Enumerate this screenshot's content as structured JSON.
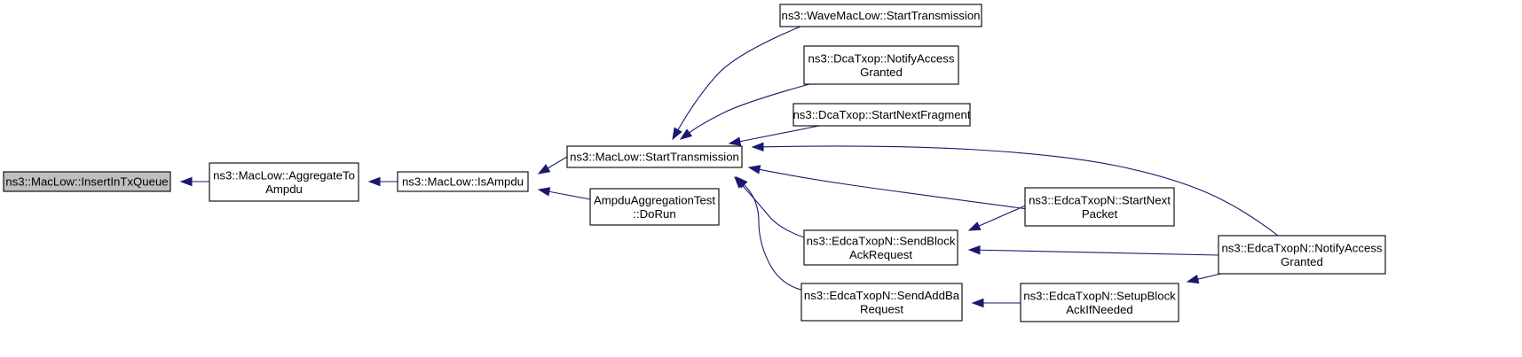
{
  "colors": {
    "node_fill": "#ffffff",
    "root_fill": "#bfbfbf",
    "node_border": "#000000",
    "edge": "#191970"
  },
  "nodes": {
    "insert_in_tx_queue": {
      "lines": [
        "ns3::MacLow::InsertInTxQueue"
      ],
      "root": true
    },
    "aggregate_to_ampdu": {
      "lines": [
        "ns3::MacLow::AggregateTo",
        "Ampdu"
      ]
    },
    "is_ampdu": {
      "lines": [
        "ns3::MacLow::IsAmpdu"
      ]
    },
    "start_transmission": {
      "lines": [
        "ns3::MacLow::StartTransmission"
      ]
    },
    "ampdu_test_dorun": {
      "lines": [
        "AmpduAggregationTest",
        "::DoRun"
      ]
    },
    "wave_start_transmission": {
      "lines": [
        "ns3::WaveMacLow::StartTransmission"
      ]
    },
    "dca_notify_access": {
      "lines": [
        "ns3::DcaTxop::NotifyAccess",
        "Granted"
      ]
    },
    "dca_start_next_fragment": {
      "lines": [
        "ns3::DcaTxop::StartNextFragment"
      ]
    },
    "edca_send_block_ack": {
      "lines": [
        "ns3::EdcaTxopN::SendBlock",
        "AckRequest"
      ]
    },
    "edca_send_addba": {
      "lines": [
        "ns3::EdcaTxopN::SendAddBa",
        "Request"
      ]
    },
    "edca_start_next_packet": {
      "lines": [
        "ns3::EdcaTxopN::StartNext",
        "Packet"
      ]
    },
    "edca_setup_block_ack": {
      "lines": [
        "ns3::EdcaTxopN::SetupBlock",
        "AckIfNeeded"
      ]
    },
    "edca_notify_access": {
      "lines": [
        "ns3::EdcaTxopN::NotifyAccess",
        "Granted"
      ]
    }
  },
  "edges": [
    {
      "from": "aggregate_to_ampdu",
      "to": "insert_in_tx_queue"
    },
    {
      "from": "is_ampdu",
      "to": "aggregate_to_ampdu"
    },
    {
      "from": "start_transmission",
      "to": "is_ampdu"
    },
    {
      "from": "ampdu_test_dorun",
      "to": "is_ampdu"
    },
    {
      "from": "wave_start_transmission",
      "to": "start_transmission"
    },
    {
      "from": "dca_notify_access",
      "to": "start_transmission"
    },
    {
      "from": "dca_start_next_fragment",
      "to": "start_transmission"
    },
    {
      "from": "edca_notify_access",
      "to": "start_transmission"
    },
    {
      "from": "edca_start_next_packet",
      "to": "start_transmission"
    },
    {
      "from": "edca_send_block_ack",
      "to": "start_transmission"
    },
    {
      "from": "edca_send_addba",
      "to": "start_transmission"
    },
    {
      "from": "edca_start_next_packet",
      "to": "edca_send_block_ack"
    },
    {
      "from": "edca_notify_access",
      "to": "edca_send_block_ack"
    },
    {
      "from": "edca_setup_block_ack",
      "to": "edca_send_addba"
    },
    {
      "from": "edca_notify_access",
      "to": "edca_setup_block_ack"
    }
  ]
}
